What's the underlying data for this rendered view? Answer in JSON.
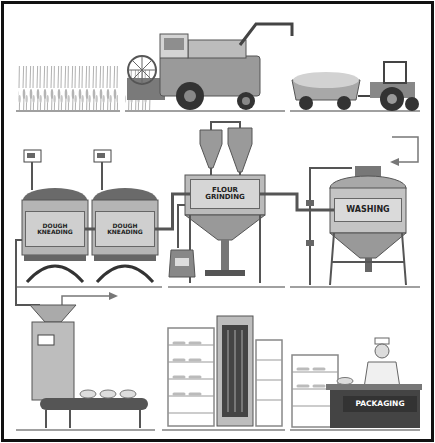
{
  "diagram": {
    "nodes": [
      {
        "text": [
          "DOUGH KNEADING"
        ]
      },
      {
        "text": [
          "DOUGH KNEADING"
        ]
      },
      {
        "text": [
          "FLOUR GRINDING"
        ]
      },
      {
        "text": [
          "WASHING"
        ]
      },
      {
        "text": [
          "PACKAGING"
        ]
      }
    ],
    "edges": [
      {
        "from": 3,
        "to": 2,
        "arrow": "none"
      },
      {
        "from": 2,
        "to": 1,
        "arrow": "none"
      },
      {
        "from": 1,
        "to": 0,
        "arrow": "none"
      }
    ]
  }
}
